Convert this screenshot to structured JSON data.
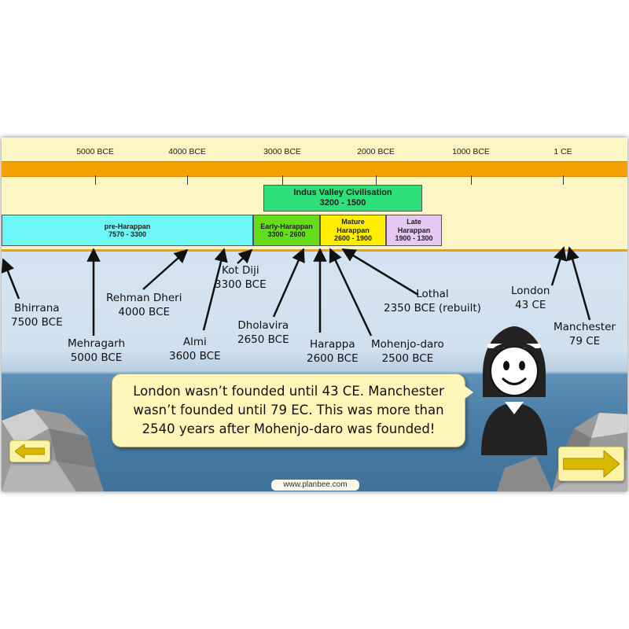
{
  "timeline": {
    "ticks": [
      "5000 BCE",
      "4000 BCE",
      "3000 BCE",
      "2000 BCE",
      "1000 BCE",
      "1 CE"
    ],
    "colors": {
      "cream": "#fbf6c4",
      "orange": "#f59f00"
    }
  },
  "periods": {
    "indus": {
      "title": "Indus Valley Civilisation",
      "dates": "3200 - 1500",
      "color": "#2ee07a"
    },
    "pre_harappan": {
      "title": "pre-Harappan",
      "dates": "7570 - 3300",
      "color": "#6cf6f6"
    },
    "early_harappan": {
      "title": "Early-Harappan",
      "dates": "3300 - 2600",
      "color": "#66dd1a"
    },
    "mature_harappan": {
      "title": "Mature Harappan",
      "dates": "2600 - 1900",
      "color": "#ffee00"
    },
    "late_harappan": {
      "title": "Late Harappan",
      "dates": "1900 - 1300",
      "color": "#e6c8f4"
    }
  },
  "sites": {
    "bhirrana": {
      "name": "Bhirrana",
      "date": "7500 BCE"
    },
    "mehragarh": {
      "name": "Mehragarh",
      "date": "5000 BCE"
    },
    "rehman_dheri": {
      "name": "Rehman Dheri",
      "date": "4000 BCE"
    },
    "almi": {
      "name": "Almi",
      "date": "3600 BCE"
    },
    "kot_diji": {
      "name": "Kot Diji",
      "date": "3300 BCE"
    },
    "dholavira": {
      "name": "Dholavira",
      "date": "2650 BCE"
    },
    "harappa": {
      "name": "Harappa",
      "date": "2600 BCE"
    },
    "mohenjo_daro": {
      "name": "Mohenjo-daro",
      "date": "2500 BCE"
    },
    "lothal": {
      "name": "Lothal",
      "date": "2350 BCE (rebuilt)"
    },
    "london": {
      "name": "London",
      "date": "43 CE"
    },
    "manchester": {
      "name": "Manchester",
      "date": "79 CE"
    }
  },
  "speech": {
    "text": "London wasn’t founded until 43 CE. Manchester wasn’t founded until 79 EC. This was more than 2540 years after Mohenjo-daro was founded!"
  },
  "nav": {
    "prev_icon": "arrow-left-icon",
    "next_icon": "arrow-right-icon"
  },
  "footer": {
    "link": "www.planbee.com"
  }
}
